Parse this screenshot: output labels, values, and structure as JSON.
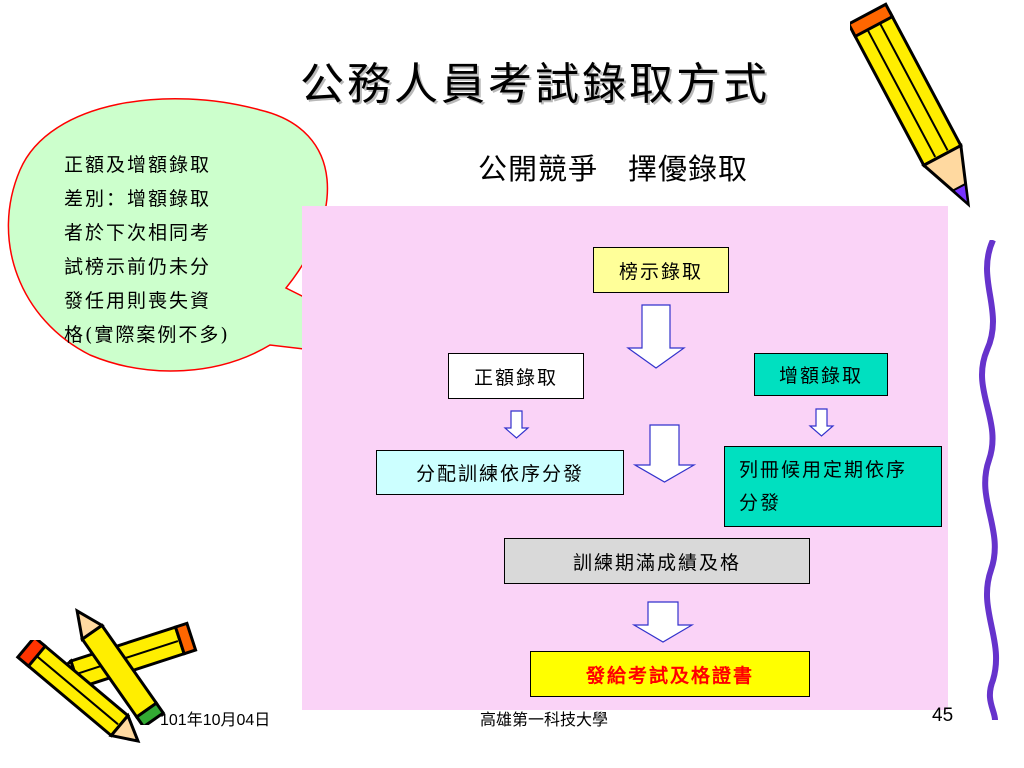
{
  "title": "公務人員考試錄取方式",
  "subtitle": "公開競爭　擇優錄取",
  "bubble": {
    "lines": [
      "正額及增額錄取",
      "差別：增額錄取",
      "者於下次相同考",
      "試榜示前仍未分",
      "發任用則喪失資",
      "格(實際案例不多)"
    ]
  },
  "flow": {
    "bangshi": "榜示錄取",
    "zhenge": "正額錄取",
    "zenge": "增額錄取",
    "fenpei": "分配訓練依序分發",
    "liece": "列冊候用定期依序分發",
    "xunlian": "訓練期滿成績及格",
    "fageizheng": "發給考試及格證書"
  },
  "colors": {
    "panel": "#fad3f7",
    "bubble": "#ccffcc",
    "bubble_border": "#ff0000",
    "arrow": "#3333cc",
    "teal_box": "#00e0c0"
  },
  "icons": [
    "pencil-icon",
    "pencil-icon",
    "pencil-icon",
    "pencil-icon",
    "wavy-line-decoration"
  ],
  "footer": {
    "date": "101年10月04日",
    "school": "高雄第一科技大學",
    "page": "45"
  }
}
